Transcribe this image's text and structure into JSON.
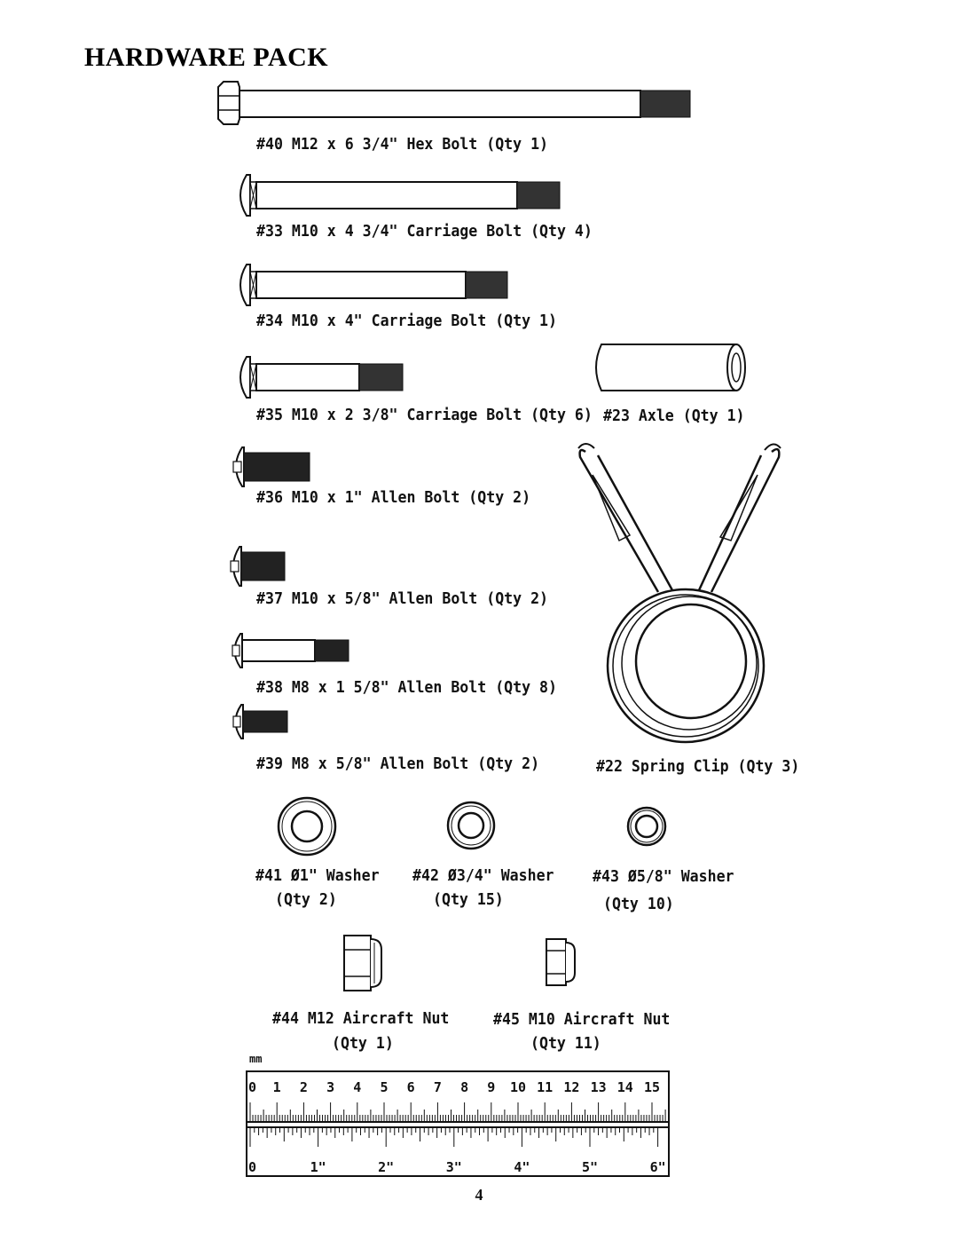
{
  "page": {
    "title": "HARDWARE PACK",
    "page_number": "4"
  },
  "parts": {
    "p40": "#40 M12 x 6 3/4\" Hex Bolt (Qty 1)",
    "p33": "#33 M10 x 4 3/4\" Carriage Bolt (Qty 4)",
    "p34": "#34 M10 x 4\" Carriage Bolt (Qty 1)",
    "p35": "#35 M10 x 2 3/8\" Carriage Bolt (Qty 6)",
    "p23": "#23 Axle (Qty 1)",
    "p36": "#36 M10 x 1\" Allen Bolt (Qty 2)",
    "p37": "#37 M10 x 5/8\" Allen Bolt (Qty 2)",
    "p38": "#38 M8 x 1 5/8\" Allen Bolt (Qty 8)",
    "p39": "#39 M8 x 5/8\" Allen Bolt (Qty 2)",
    "p22": "#22 Spring Clip (Qty 3)",
    "p41": "#41 Ø1\" Washer",
    "p41_qty": "(Qty 2)",
    "p42": "#42 Ø3/4\" Washer",
    "p42_qty": "(Qty 15)",
    "p43": "#43 Ø5/8\" Washer",
    "p43_qty": "(Qty 10)",
    "p44": "#44 M12 Aircraft Nut",
    "p44_qty": "(Qty 1)",
    "p45": "#45 M10 Aircraft Nut",
    "p45_qty": "(Qty 11)"
  },
  "ruler": {
    "mm_unit": "mm",
    "cm_labels": [
      "0",
      "1",
      "2",
      "3",
      "4",
      "5",
      "6",
      "7",
      "8",
      "9",
      "10",
      "11",
      "12",
      "13",
      "14",
      "15"
    ],
    "inch_labels": [
      "0",
      "1\"",
      "2\"",
      "3\"",
      "4\"",
      "5\"",
      "6\""
    ]
  },
  "colors": {
    "ink": "#111111",
    "paper": "#ffffff"
  },
  "icons": [
    "hex-bolt-icon",
    "carriage-bolt-icon",
    "allen-bolt-icon",
    "axle-icon",
    "spring-clip-icon",
    "washer-icon",
    "aircraft-nut-icon"
  ]
}
